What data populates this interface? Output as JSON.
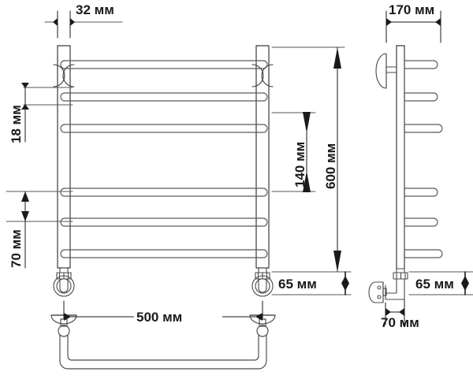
{
  "drawing": {
    "title": "Heated towel rail dimension drawing",
    "units_label": "мм",
    "line_color": "#2b2b2b",
    "pipe_color": "#555555",
    "text_color": "#1a1a1a",
    "background": "#ffffff"
  },
  "views": {
    "front": {
      "name": "front-view",
      "rail_count": 6
    },
    "side": {
      "name": "side-view",
      "rail_count": 6
    }
  },
  "dimensions": {
    "top_width": {
      "value": "32",
      "label": "32 мм",
      "orientation": "horizontal"
    },
    "rail_gap_small": {
      "value": "18",
      "label": "18 мм",
      "orientation": "vertical"
    },
    "rail_gap_large": {
      "value": "70",
      "label": "70 мм",
      "orientation": "vertical"
    },
    "overall_width": {
      "value": "500",
      "label": "500 мм",
      "orientation": "horizontal"
    },
    "mid_height": {
      "value": "140",
      "label": "140 мм",
      "orientation": "vertical"
    },
    "overall_height": {
      "value": "600",
      "label": "600 мм",
      "orientation": "vertical"
    },
    "front_base_inset": {
      "value": "65",
      "label": "65 мм",
      "orientation": "horizontal"
    },
    "side_depth": {
      "value": "170",
      "label": "170 мм",
      "orientation": "horizontal"
    },
    "side_base_inset": {
      "value": "65",
      "label": "65 мм",
      "orientation": "horizontal"
    },
    "side_wall_offset": {
      "value": "70",
      "label": "70 мм",
      "orientation": "horizontal"
    }
  }
}
